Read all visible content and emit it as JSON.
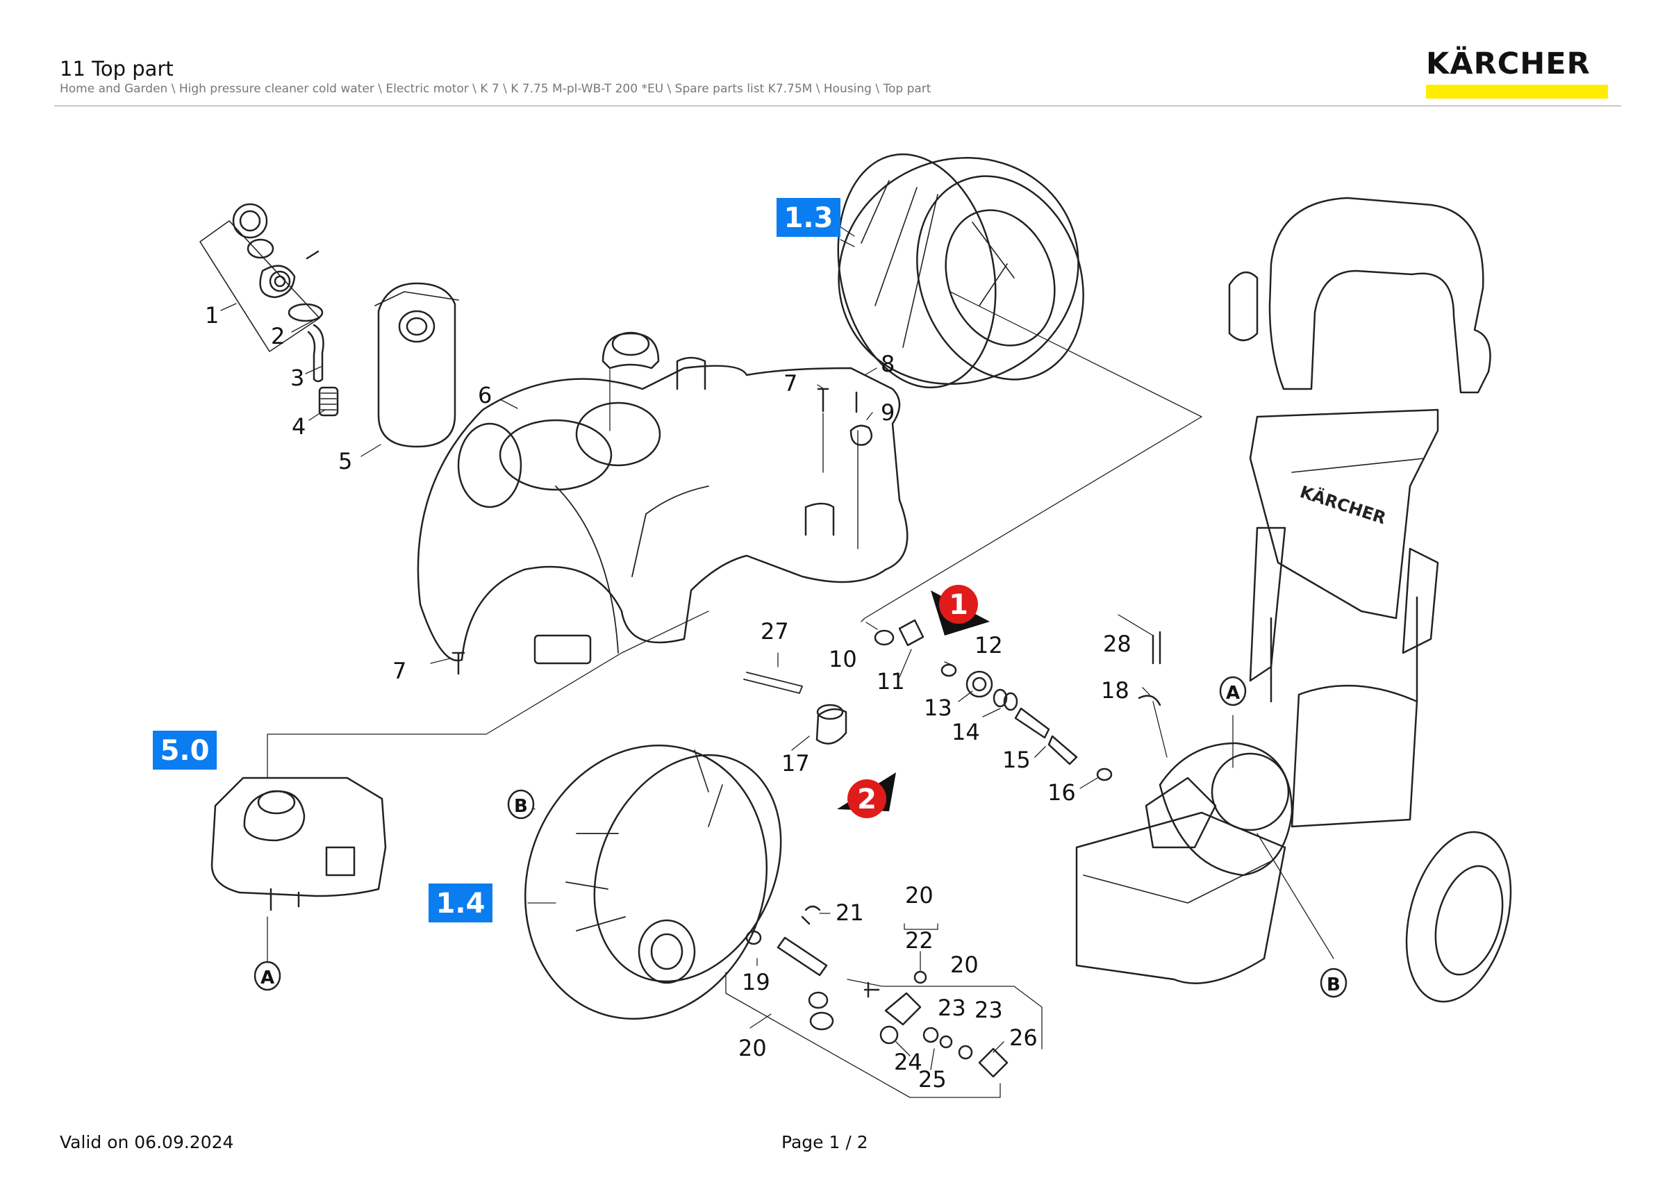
{
  "header": {
    "title": "11 Top part",
    "breadcrumb": "Home and Garden \\ High pressure cleaner cold water \\ Electric motor \\ K 7 \\ K 7.75 M-pl-WB-T 200 *EU \\ Spare parts list K7.75M \\ Housing \\ Top part",
    "logo_text": "KÄRCHER",
    "logo_bar_color": "#ffed00"
  },
  "diagram": {
    "badges": [
      {
        "id": "1.3",
        "label": "1.3",
        "color": "#0a7df0"
      },
      {
        "id": "1.4",
        "label": "1.4",
        "color": "#0a7df0"
      },
      {
        "id": "5.0",
        "label": "5.0",
        "color": "#0a7df0"
      }
    ],
    "markers": [
      {
        "label": "1",
        "color": "#e01b1b"
      },
      {
        "label": "2",
        "color": "#e01b1b"
      }
    ],
    "circled_letters": [
      "A",
      "A",
      "B",
      "B"
    ],
    "callouts": [
      "1",
      "2",
      "3",
      "4",
      "5",
      "6",
      "7",
      "7",
      "8",
      "9",
      "10",
      "11",
      "12",
      "13",
      "14",
      "15",
      "16",
      "17",
      "18",
      "19",
      "20",
      "20",
      "20",
      "21",
      "22",
      "23",
      "23",
      "24",
      "25",
      "26",
      "27",
      "28"
    ]
  },
  "footer": {
    "valid_on": "Valid on 06.09.2024",
    "page": "Page 1 / 2"
  }
}
